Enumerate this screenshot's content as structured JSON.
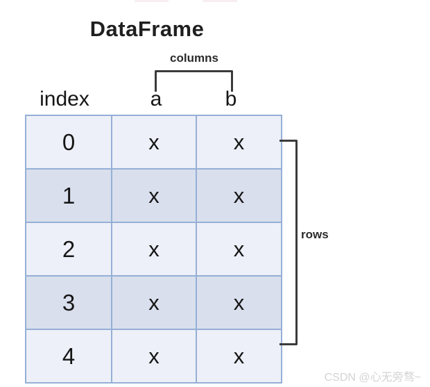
{
  "title": "DataFrame",
  "brackets": {
    "columns_label": "columns",
    "rows_label": "rows"
  },
  "header": {
    "index_label": "index",
    "column_labels": [
      "a",
      "b"
    ]
  },
  "table": {
    "rows": [
      {
        "index": "0",
        "cells": [
          "x",
          "x"
        ]
      },
      {
        "index": "1",
        "cells": [
          "x",
          "x"
        ]
      },
      {
        "index": "2",
        "cells": [
          "x",
          "x"
        ]
      },
      {
        "index": "3",
        "cells": [
          "x",
          "x"
        ]
      },
      {
        "index": "4",
        "cells": [
          "x",
          "x"
        ]
      }
    ]
  },
  "watermark": "CSDN @心无旁骛~",
  "colors": {
    "row_light": "#edf0f8",
    "row_dark": "#d9dfed",
    "table_border": "#95afd6",
    "bracket": "#3b3b3b",
    "watermark": "#d3d3d3",
    "top_bar": "#f8eef2"
  }
}
